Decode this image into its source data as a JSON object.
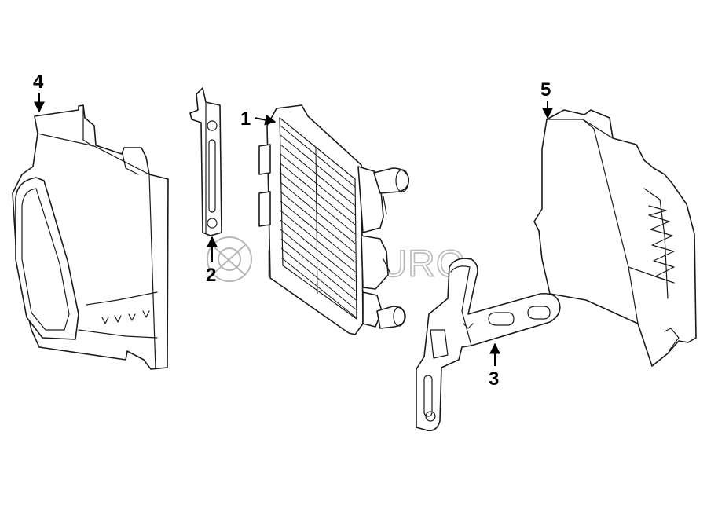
{
  "callouts": [
    {
      "id": "1",
      "label": "1"
    },
    {
      "id": "2",
      "label": "2"
    },
    {
      "id": "3",
      "label": "3"
    },
    {
      "id": "4",
      "label": "4"
    },
    {
      "id": "5",
      "label": "5"
    }
  ],
  "watermark": {
    "brand": "FCP EURO"
  },
  "colors": {
    "line": "#1a1a1a",
    "watermark": "#b8b8b8",
    "background": "#ffffff"
  }
}
